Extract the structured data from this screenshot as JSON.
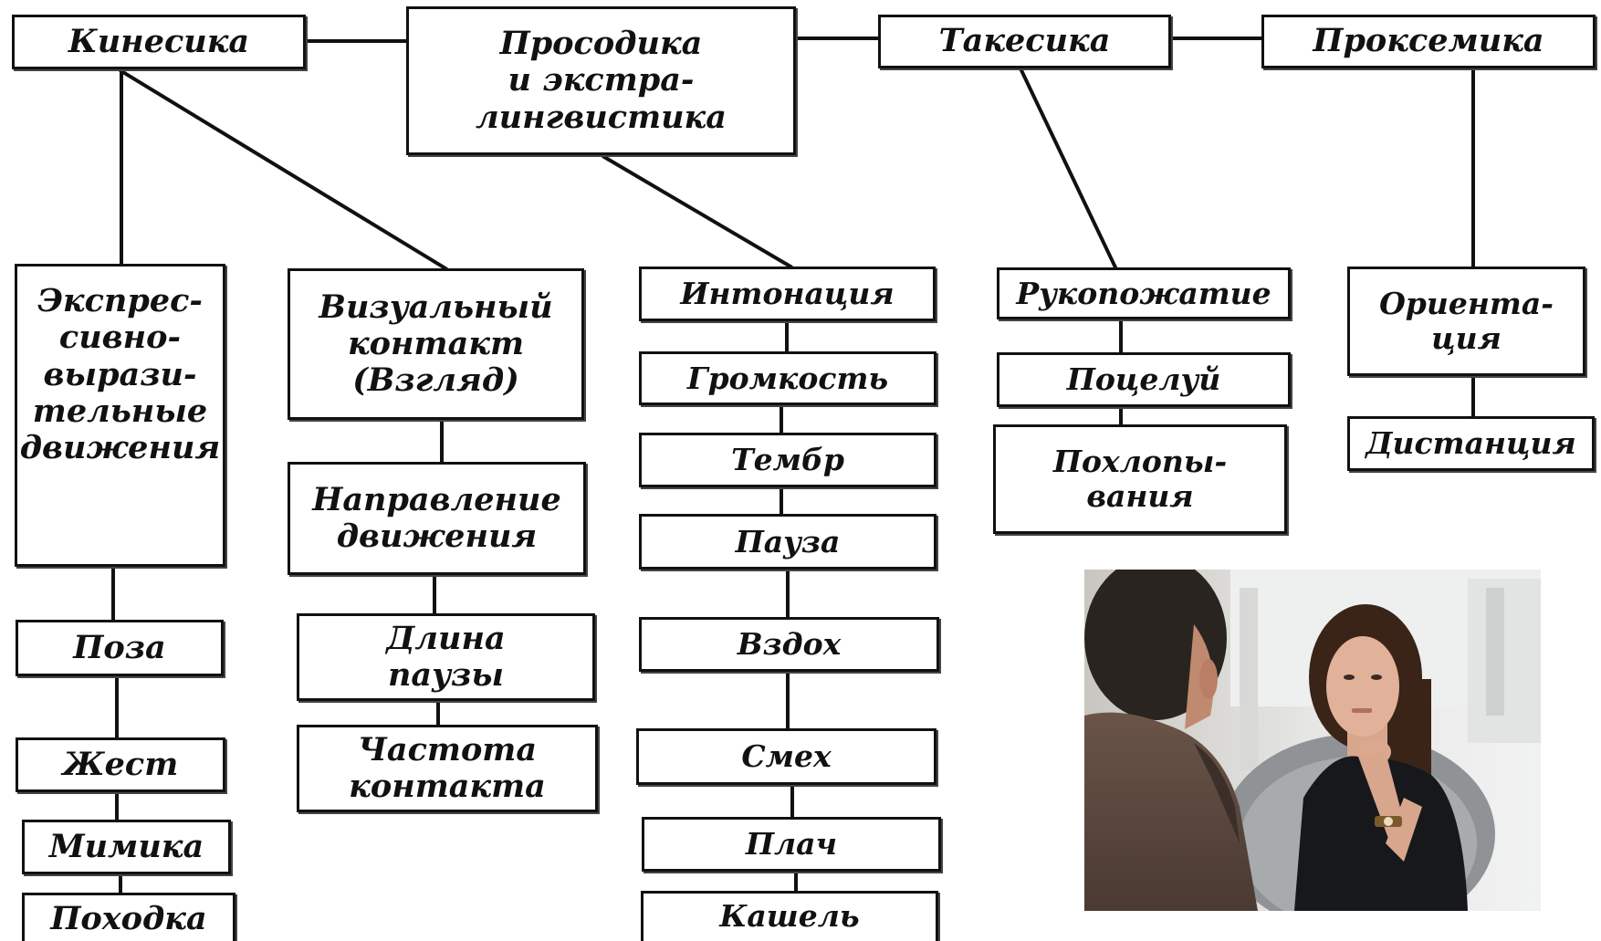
{
  "diagram": {
    "categories": {
      "kinesics": "Кинесика",
      "prosody": [
        "Просодика",
        "и экстра-",
        "лингвистика"
      ],
      "takesics": "Такесика",
      "proxemics": "Проксемика"
    },
    "kinesics_items": {
      "expressive": [
        "Экспрес-",
        "сивно-",
        "вырази-",
        "тельные",
        "движения"
      ],
      "pose": "Поза",
      "gesture": "Жест",
      "mimicry": "Мимика",
      "gait": "Походка",
      "visual_contact": [
        "Визуальный",
        "контакт",
        "(Взгляд)"
      ],
      "movement_direction": [
        "Направление",
        "движения"
      ],
      "pause_length": [
        "Длина",
        "паузы"
      ],
      "contact_frequency": [
        "Частота",
        "контакта"
      ]
    },
    "prosody_items": {
      "intonation": "Интонация",
      "loudness": "Громкость",
      "timbre": "Тембр",
      "pause": "Пауза",
      "sigh": "Вздох",
      "laughter": "Смех",
      "crying": "Плач",
      "cough": "Кашель"
    },
    "takesics_items": {
      "handshake": "Рукопожатие",
      "kiss": "Поцелуй",
      "patting": [
        "Похлопы-",
        "вания"
      ]
    },
    "proxemics_items": {
      "orientation": [
        "Ориента-",
        "ция"
      ],
      "distance": "Дистанция"
    }
  },
  "colors": {
    "line": "#111111",
    "box_border": "#111111",
    "text": "#111111"
  },
  "photo": {
    "subject": "two-people-conversation-photo"
  }
}
